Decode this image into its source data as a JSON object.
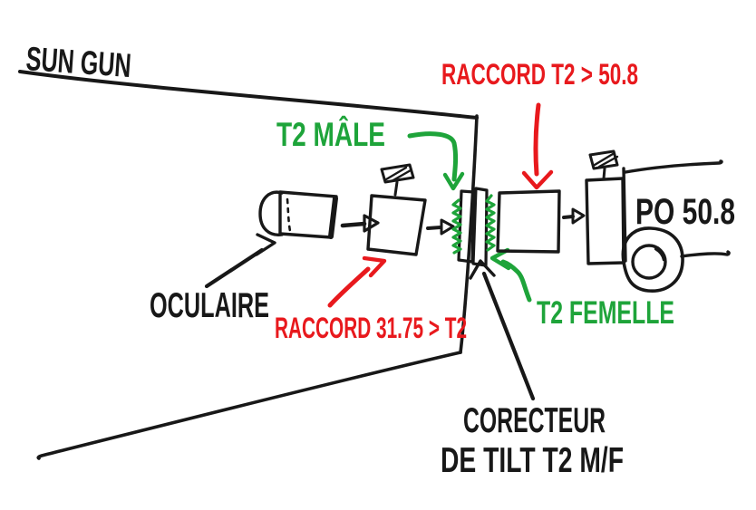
{
  "diagram": {
    "title": "SUN GUN",
    "colors": {
      "ink": "#181818",
      "annotation_red": "#e8191d",
      "annotation_green": "#1ea43a",
      "background": "#ffffff"
    },
    "labels": {
      "sun_gun": "SUN GUN",
      "oculaire": "OCULAIRE",
      "raccord_31_75": "RACCORD 31.75 > T2",
      "t2_male": "T2 MÂLE",
      "raccord_t2_50_8": "RACCORD T2 > 50.8",
      "t2_femelle": "T2 FEMELLE",
      "po_50_8": "PO 50.8",
      "corecteur_line1": "CORECTEUR",
      "corecteur_line2": "DE TILT T2 M/F"
    }
  }
}
